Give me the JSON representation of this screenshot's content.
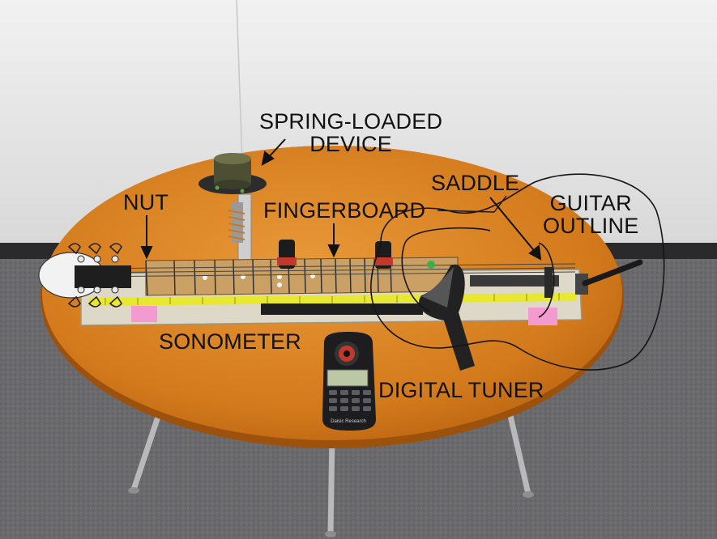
{
  "labels": {
    "spring_loaded_device": [
      "SPRING-LOADED",
      "DEVICE"
    ],
    "saddle": "SADDLE",
    "guitar_outline": [
      "GUITAR",
      "OUTLINE"
    ],
    "nut": "NUT",
    "fingerboard": "FINGERBOARD",
    "sonometer": "SONOMETER",
    "digital_tuner": "DIGITAL TUNER"
  },
  "tuner": {
    "brand": "Daisic Research"
  },
  "colors": {
    "wall": "#e4e4e4",
    "carpet": "#6b6b6d",
    "table_top": "#d8801f",
    "table_edge": "#b25e12",
    "sonometer_base": "#d9d3c4",
    "tape": "#e8e830",
    "sticky_note": "#f39ad0",
    "label_text": "#111111"
  }
}
